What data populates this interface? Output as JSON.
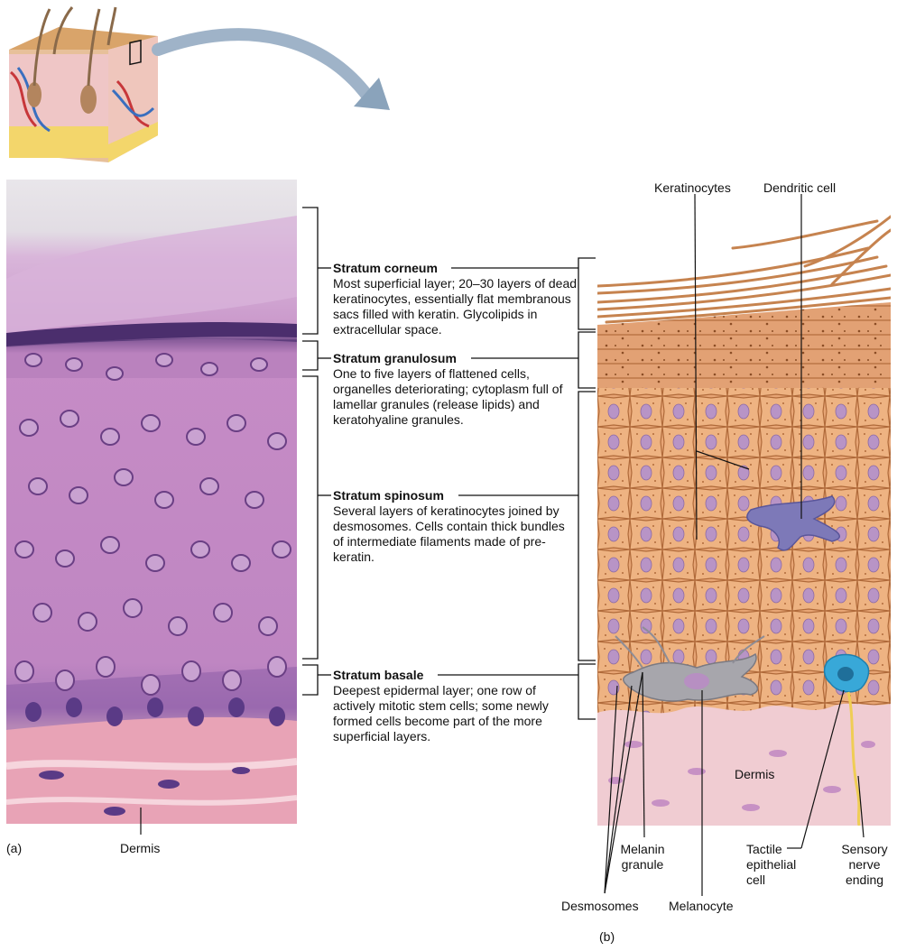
{
  "panels": {
    "a": "(a)",
    "b": "(b)"
  },
  "layers": [
    {
      "title": "Stratum corneum",
      "desc": "Most superficial layer; 20–30 layers of dead keratinocytes, essentially flat membranous sacs filled with keratin. Glycolipids in extracellular space."
    },
    {
      "title": "Stratum granulosum",
      "desc": "One to five layers of flattened cells, organelles deteriorating; cytoplasm full of lamellar granules (release lipids) and keratohyaline granules."
    },
    {
      "title": "Stratum spinosum",
      "desc": "Several layers of keratinocytes joined by desmosomes. Cells contain thick bundles of intermediate filaments made of pre-keratin."
    },
    {
      "title": "Stratum basale",
      "desc": "Deepest epidermal layer; one row of actively mitotic stem cells; some newly formed cells become part of the more superficial layers."
    }
  ],
  "labels": {
    "dermis_a": "Dermis",
    "keratinocytes": "Keratinocytes",
    "dendritic_cell": "Dendritic cell",
    "dermis_b": "Dermis",
    "melanin_granule_1": "Melanin",
    "melanin_granule_2": "granule",
    "desmosomes": "Desmosomes",
    "melanocyte": "Melanocyte",
    "tactile_1": "Tactile",
    "tactile_2": "epithelial",
    "tactile_3": "cell",
    "sensory_1": "Sensory",
    "sensory_2": "nerve",
    "sensory_3": "ending"
  },
  "colors": {
    "histology_bg": "#c98fc4",
    "histology_nuclei": "#7a4a8c",
    "illustration_cells": "#e8a977",
    "illustration_cell_border": "#b06a3a",
    "illustration_nuclei": "#b88fc4",
    "dermis": "#f0cdd3",
    "melanocyte": "#a5a5ab",
    "dendritic": "#7a75b6",
    "tactile": "#3aa7d6",
    "nerve": "#f0cf5a",
    "arrow": "#9fb3c8"
  }
}
